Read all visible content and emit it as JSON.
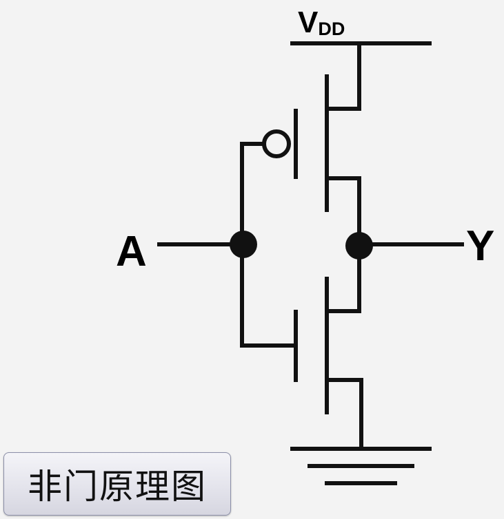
{
  "diagram": {
    "supply_label": "V",
    "supply_subscript": "DD",
    "input_label": "A",
    "output_label": "Y"
  },
  "caption": {
    "text": "非门原理图"
  }
}
